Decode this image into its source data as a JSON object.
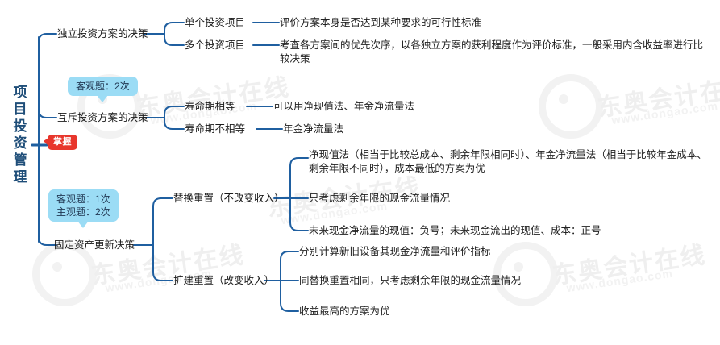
{
  "root": {
    "label": "项目投资管理",
    "chars": [
      "项",
      "目",
      "投",
      "资",
      "管",
      "理"
    ],
    "color": "#1F4E79"
  },
  "badges": {
    "mastery": {
      "label": "掌握",
      "color": "#E8362C"
    }
  },
  "tooltips": {
    "objective_2": {
      "line1": "客观题：2次",
      "color": "#9BDCF5"
    },
    "counts": {
      "line1": "客观题：1次",
      "line2": "主观题：2次",
      "color": "#9BDCF5"
    }
  },
  "branches": {
    "independent": {
      "label": "独立投资方案的决策",
      "children": [
        {
          "label": "单个投资项目",
          "detail": "评价方案本身是否达到某种要求的可行性标准"
        },
        {
          "label": "多个投资项目",
          "detail": "考查各方案间的优先次序，以各独立方案的获利程度作为评价标准，一般采用内含收益率进行比较决策"
        }
      ]
    },
    "mutually_exclusive": {
      "label": "互斥投资方案的决策",
      "children": [
        {
          "label": "寿命期相等",
          "detail": "可以用净现值法、年金净流量法"
        },
        {
          "label": "寿命期不相等",
          "detail": "年金净流量法"
        }
      ]
    },
    "fixed_asset_renewal": {
      "label": "固定资产更新决策",
      "children": [
        {
          "label": "替换重置（不改变收入）",
          "details": [
            "净现值法（相当于比较总成本、剩余年限相同时）、年金净流量法（相当于比较年金成本、剩余年限不同时），成本最低的方案为优",
            "只考虑剩余年限的现金流量情况",
            "未来现金净流量的现值：负号；未来现金流出的现值、成本：正号"
          ]
        },
        {
          "label": "扩建重置（改变收入）",
          "details": [
            "分别计算新旧设备其现金净流量和评价指标",
            "同替换重置相同，只考虑剩余年限的现金流量情况",
            "收益最高的方案为优"
          ]
        }
      ]
    }
  },
  "watermarks": {
    "brand": "东奥会计在线",
    "url": "www.dongao.com"
  },
  "line_color": "#1F5FA0"
}
